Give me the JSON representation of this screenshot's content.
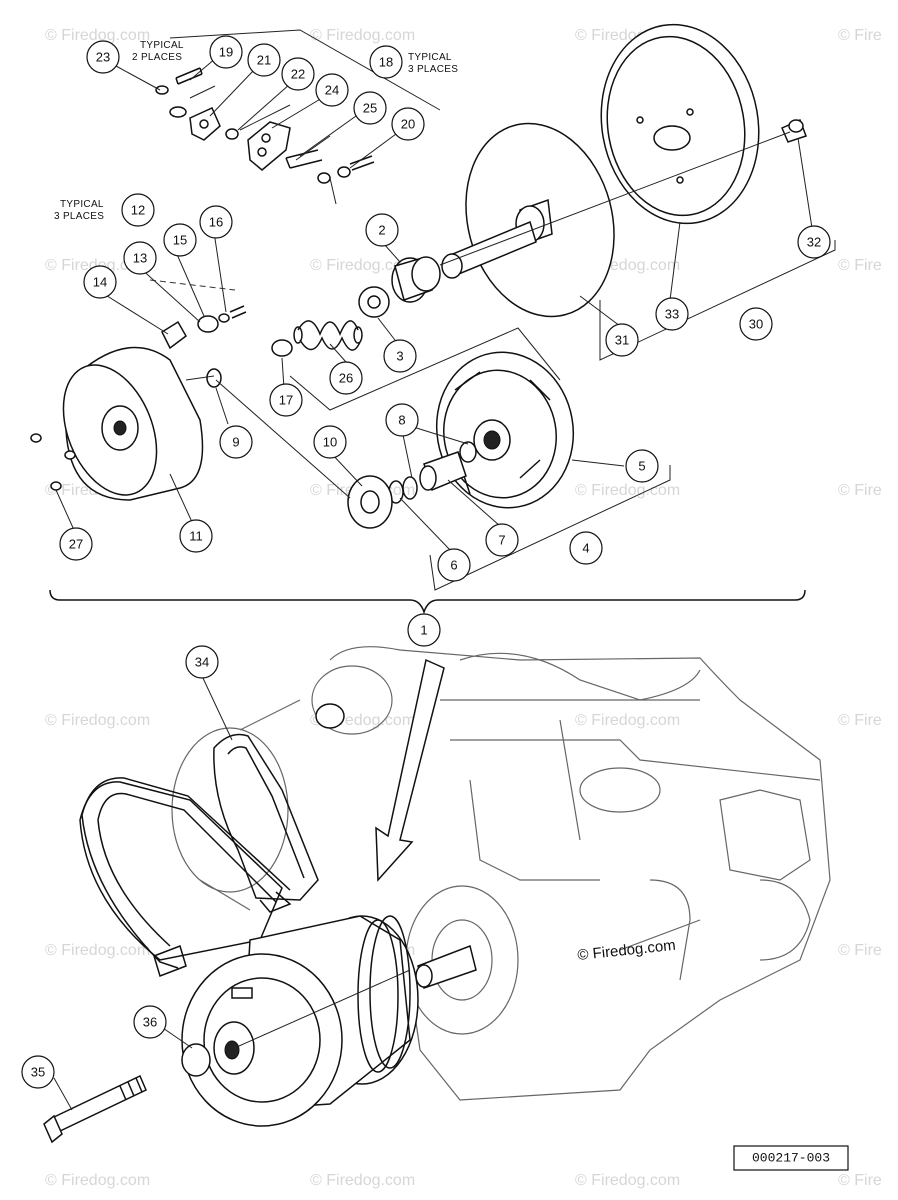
{
  "callouts": [
    {
      "id": "c23",
      "label": "23"
    },
    {
      "id": "c19",
      "label": "19"
    },
    {
      "id": "c21",
      "label": "21"
    },
    {
      "id": "c22",
      "label": "22"
    },
    {
      "id": "c24",
      "label": "24"
    },
    {
      "id": "c25",
      "label": "25"
    },
    {
      "id": "c18",
      "label": "18"
    },
    {
      "id": "c20",
      "label": "20"
    },
    {
      "id": "c12",
      "label": "12"
    },
    {
      "id": "c16",
      "label": "16"
    },
    {
      "id": "c15",
      "label": "15"
    },
    {
      "id": "c13",
      "label": "13"
    },
    {
      "id": "c14",
      "label": "14"
    },
    {
      "id": "c2",
      "label": "2"
    },
    {
      "id": "c3",
      "label": "3"
    },
    {
      "id": "c26",
      "label": "26"
    },
    {
      "id": "c17",
      "label": "17"
    },
    {
      "id": "c9",
      "label": "9"
    },
    {
      "id": "c10",
      "label": "10"
    },
    {
      "id": "c8",
      "label": "8"
    },
    {
      "id": "c5",
      "label": "5"
    },
    {
      "id": "c7",
      "label": "7"
    },
    {
      "id": "c6",
      "label": "6"
    },
    {
      "id": "c4",
      "label": "4"
    },
    {
      "id": "c11",
      "label": "11"
    },
    {
      "id": "c27",
      "label": "27"
    },
    {
      "id": "c31",
      "label": "31"
    },
    {
      "id": "c32",
      "label": "32"
    },
    {
      "id": "c33",
      "label": "33"
    },
    {
      "id": "c30",
      "label": "30"
    },
    {
      "id": "c1",
      "label": "1"
    },
    {
      "id": "c34",
      "label": "34"
    },
    {
      "id": "c36",
      "label": "36"
    },
    {
      "id": "c35",
      "label": "35"
    }
  ],
  "notes": {
    "typical_2_places": [
      "TYPICAL",
      "2 PLACES"
    ],
    "typical_3_places_top": [
      "TYPICAL",
      "3 PLACES"
    ],
    "typical_3_places_left": [
      "TYPICAL",
      "3 PLACES"
    ]
  },
  "watermark": "© Firedog.com",
  "watermark_partial": "© Fire",
  "figure_number": "000217-003"
}
